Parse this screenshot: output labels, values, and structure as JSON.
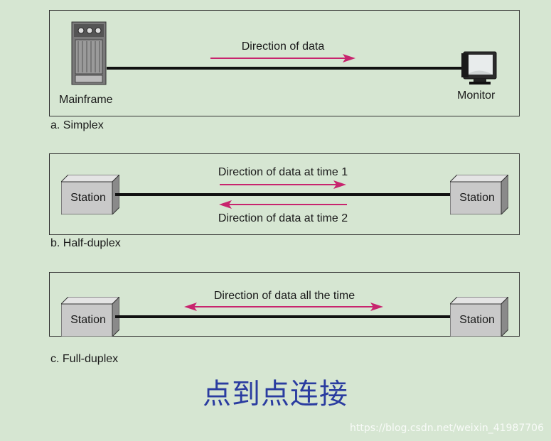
{
  "simplex": {
    "caption": "a. Simplex",
    "left_device": "Mainframe",
    "right_device": "Monitor",
    "direction_label": "Direction of data"
  },
  "half_duplex": {
    "caption": "b. Half-duplex",
    "left_station": "Station",
    "right_station": "Station",
    "direction_label_1": "Direction of data at time 1",
    "direction_label_2": "Direction of data at time 2"
  },
  "full_duplex": {
    "caption": "c. Full-duplex",
    "left_station": "Station",
    "right_station": "Station",
    "direction_label": "Direction of data all the time"
  },
  "title": "点到点连接",
  "watermark": "https://blog.csdn.net/weixin_41987706",
  "colors": {
    "background": "#d6e6d2",
    "arrow": "#c8246e",
    "title": "#2a3ca0"
  }
}
